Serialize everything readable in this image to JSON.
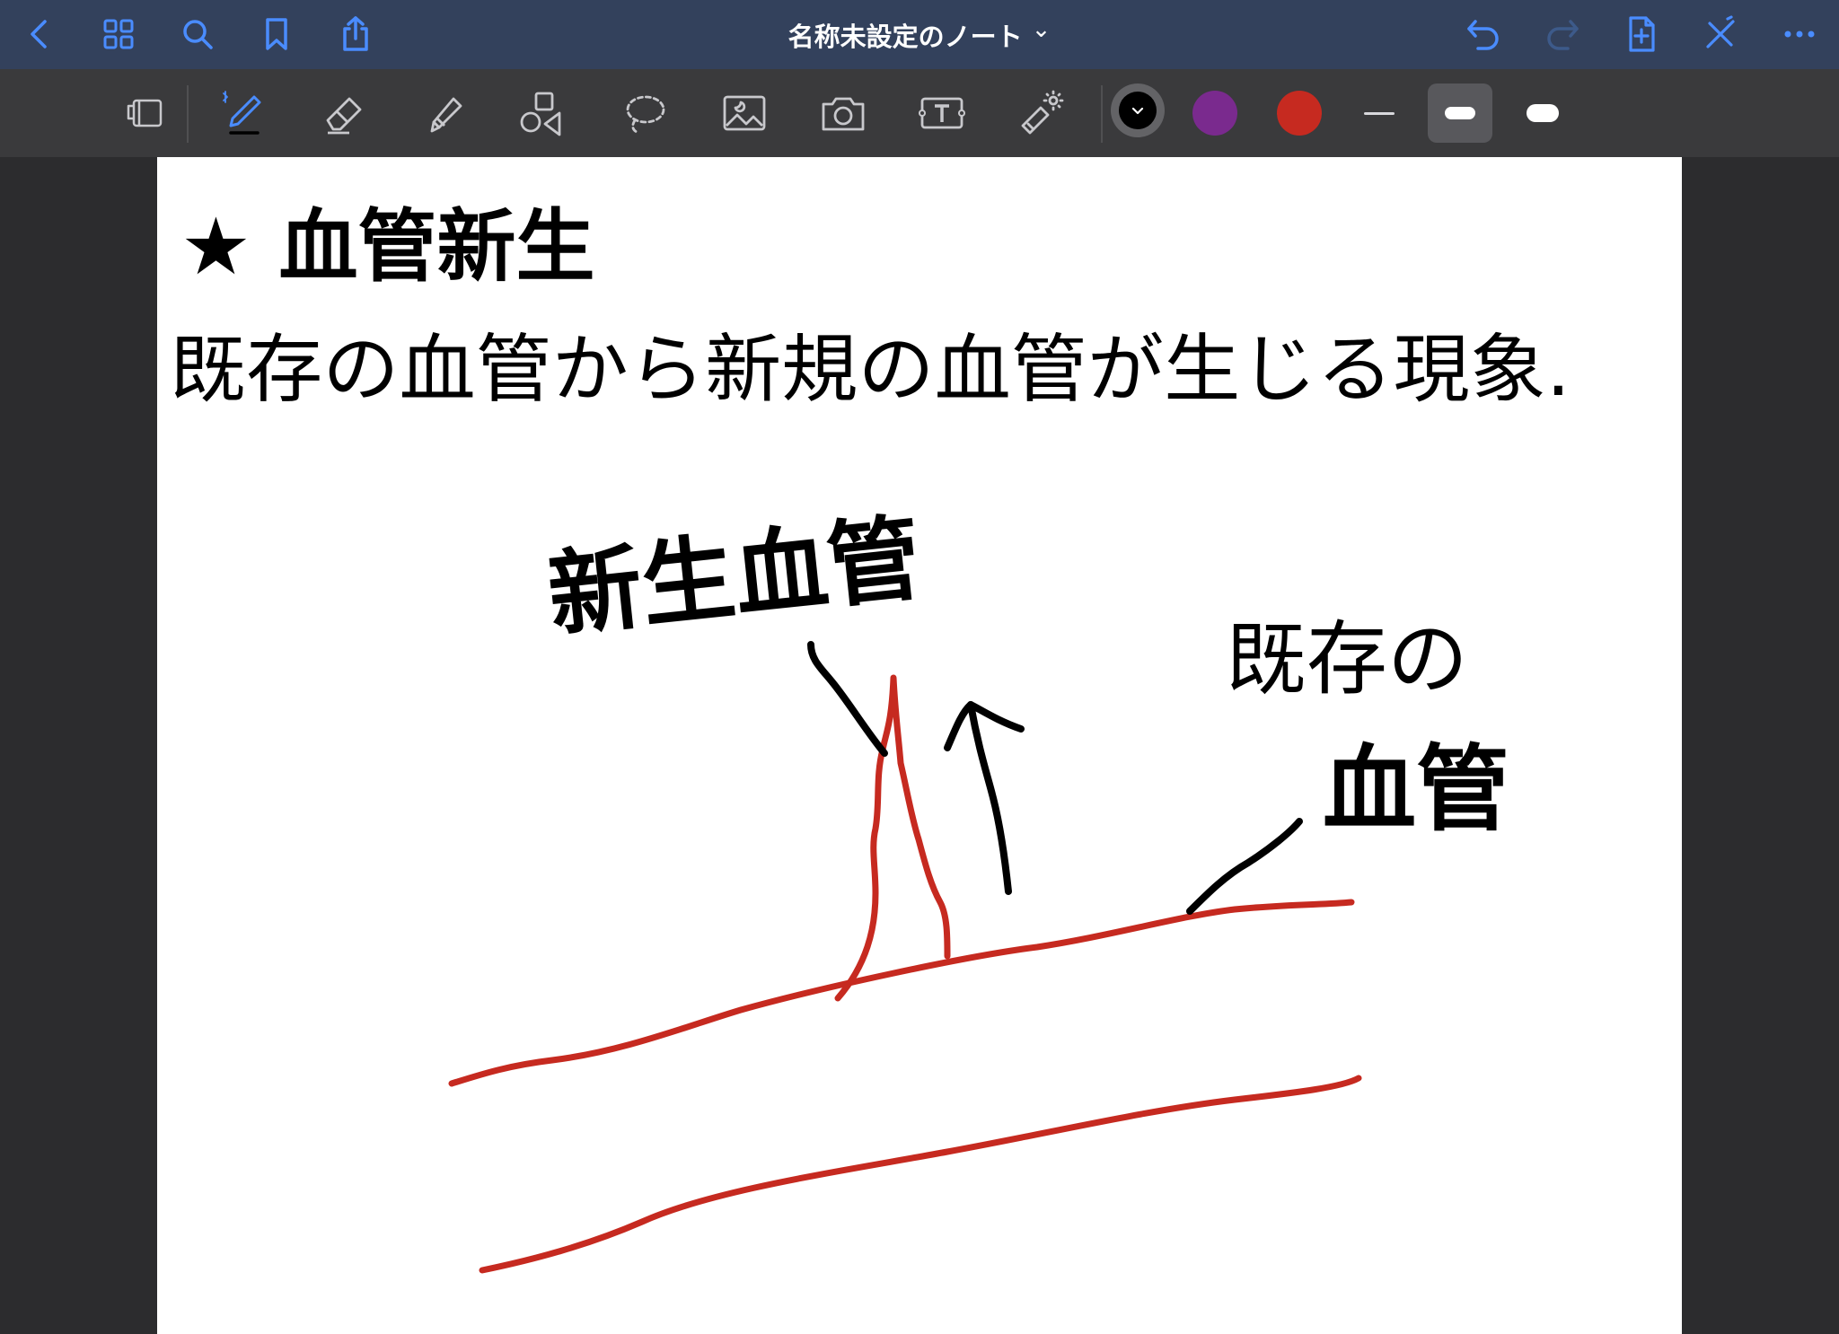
{
  "app": {
    "title": "名称未設定のノート",
    "title_chevron": "⌄"
  },
  "nav_bar": {
    "left_icons": [
      "back-icon",
      "grid-icon",
      "search-icon",
      "bookmark-icon",
      "share-icon"
    ],
    "right_icons": [
      "undo-icon",
      "redo-icon",
      "add-page-icon",
      "close-pen-icon",
      "more-icon"
    ]
  },
  "toolbar": {
    "tools": [
      "page-view-icon",
      "pen-icon",
      "eraser-icon",
      "highlighter-icon",
      "shapes-icon",
      "lasso-icon",
      "image-icon",
      "camera-icon",
      "text-box-icon",
      "laser-pointer-icon"
    ],
    "active_tool": "pen",
    "colors": [
      "#000000",
      "#7a2a8e",
      "#c62a20"
    ],
    "selected_color": "#000000",
    "thickness_options": [
      "thin",
      "medium",
      "thick"
    ],
    "selected_thickness": "medium",
    "accent": "#3a86ff"
  },
  "note": {
    "heading": "★ 血管新生",
    "definition": "既存の血管から新規の血管が生じる現象.",
    "labels": {
      "new_vessel": "新生血管",
      "existing_vessel_line1": "既存の",
      "existing_vessel_line2": "血管"
    },
    "ink_colors": {
      "text": "#000000",
      "vessel": "#c62a20"
    }
  }
}
